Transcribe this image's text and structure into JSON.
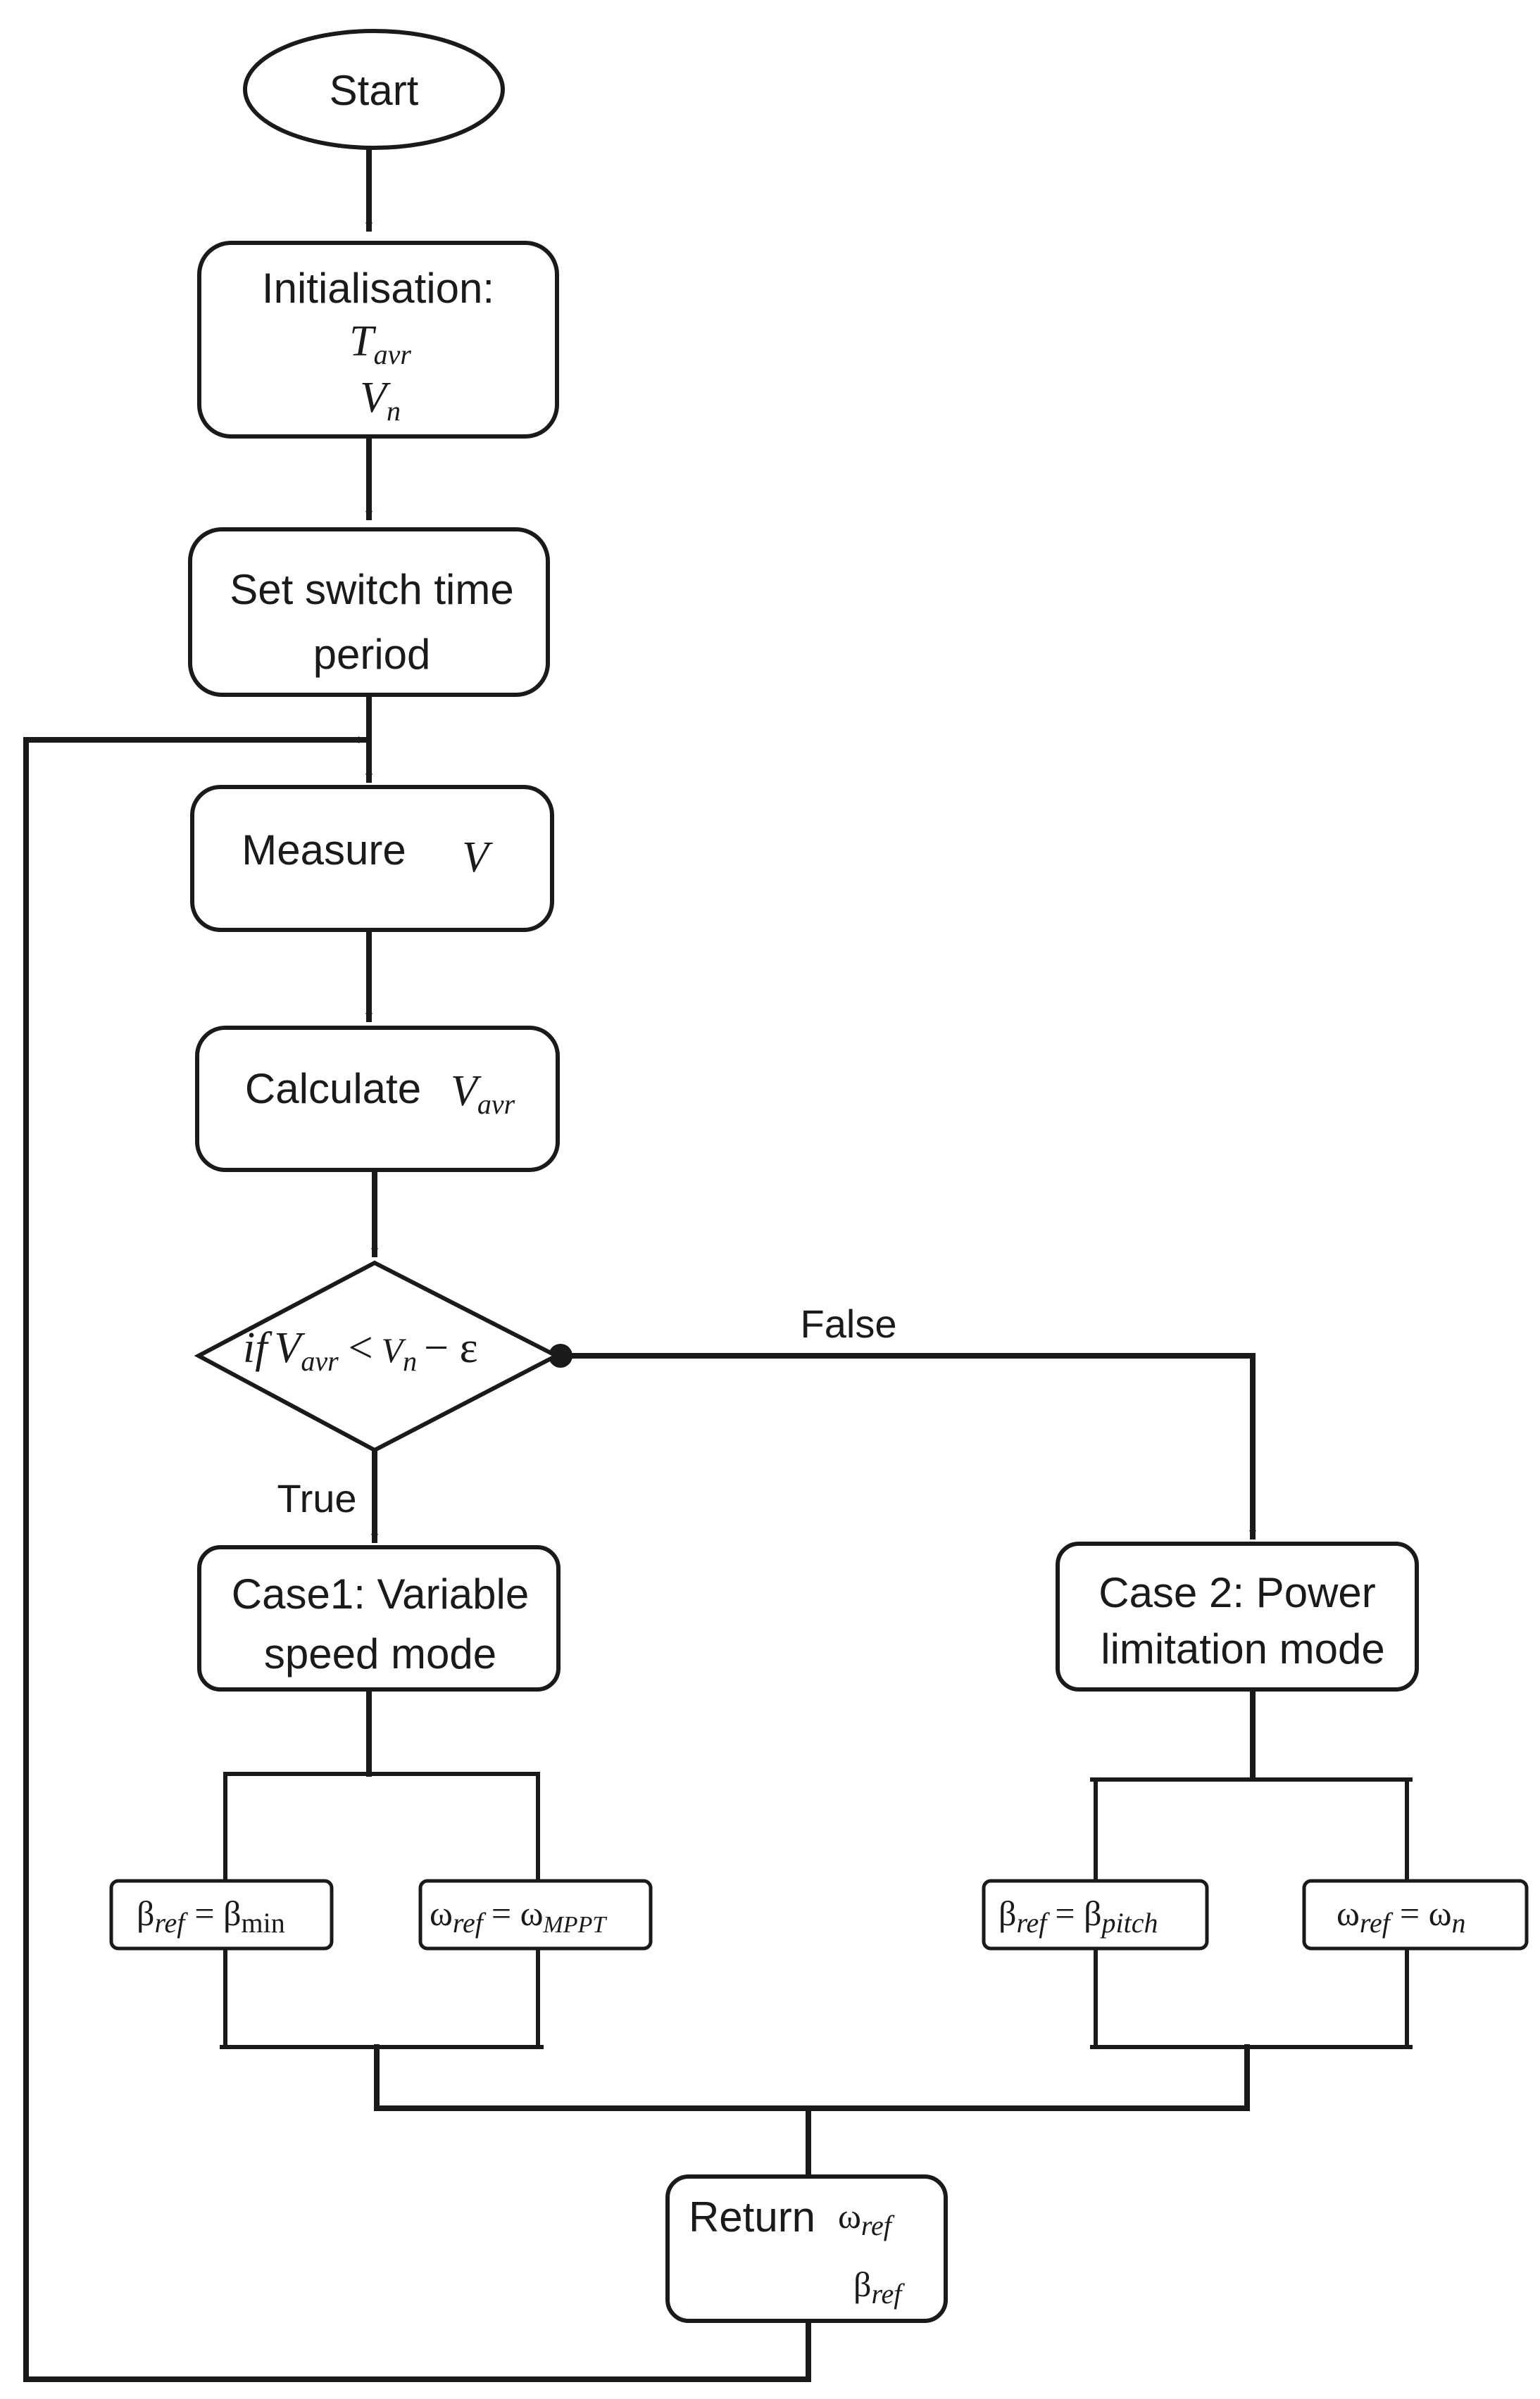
{
  "nodes": {
    "start": {
      "label": "Start"
    },
    "init": {
      "label": "Initialisation:",
      "var1": "T",
      "var1_sub": "avr",
      "var2": "V",
      "var2_sub": "n"
    },
    "set_switch": {
      "line1": "Set switch time",
      "line2": "period"
    },
    "measure": {
      "label": "Measure",
      "var": "V"
    },
    "calculate": {
      "label": "Calculate",
      "var": "V",
      "var_sub": "avr"
    },
    "decision": {
      "if": "if",
      "v": "V",
      "v_sub": "avr",
      "lt": "<",
      "vn": "V",
      "vn_sub": "n",
      "minus_eps": "− ε"
    },
    "case1": {
      "line1": "Case1: Variable",
      "line2": "speed mode"
    },
    "case2": {
      "line1": "Case 2: Power",
      "line2": "limitation mode"
    },
    "beta_min": {
      "lhs": "β",
      "lhs_sub": "ref",
      "eq": "= β",
      "rhs_sub": "min"
    },
    "omega_mppt": {
      "lhs": "ω",
      "lhs_sub": "ref",
      "eq": "= ω",
      "rhs_sub": "MPPT"
    },
    "beta_pitch": {
      "lhs": "β",
      "lhs_sub": "ref",
      "eq": "= β",
      "rhs_sub": "pitch"
    },
    "omega_n": {
      "lhs": "ω",
      "lhs_sub": "ref",
      "eq": "= ω",
      "rhs_sub": "n"
    },
    "return": {
      "label": "Return",
      "omega": "ω",
      "omega_sub": "ref",
      "beta": "β",
      "beta_sub": "ref"
    }
  },
  "edges": {
    "true_label": "True",
    "false_label": "False"
  }
}
